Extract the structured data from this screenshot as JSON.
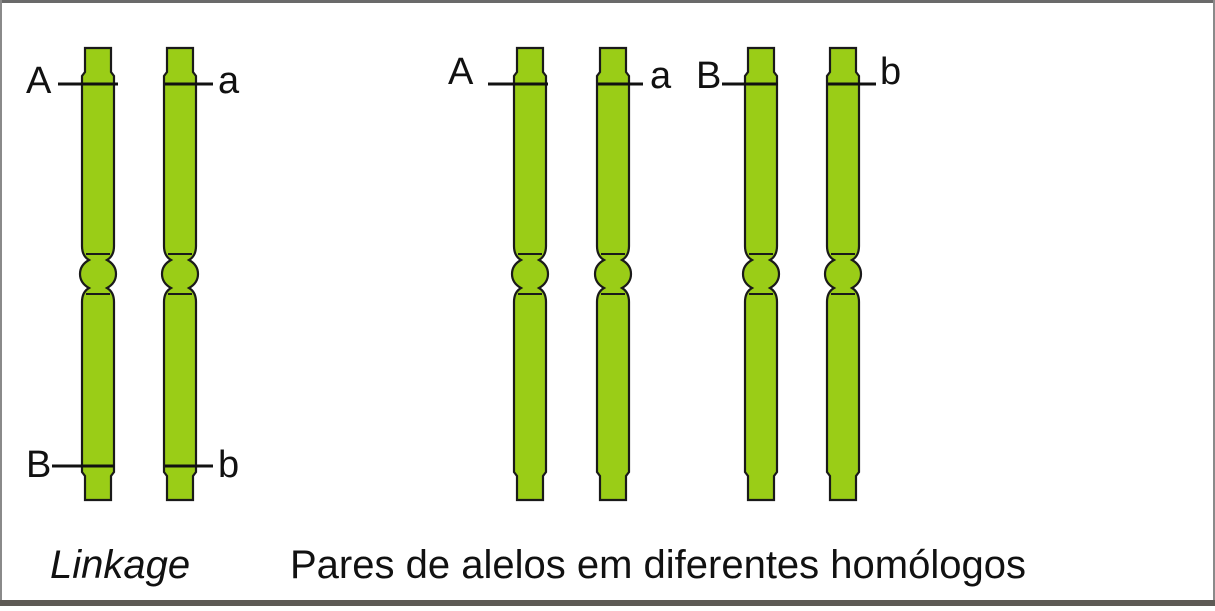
{
  "colors": {
    "chromosome_fill": "#9acd17",
    "chromosome_outline": "#1a1a1a",
    "marker_line": "#111111",
    "text": "#111111"
  },
  "panels": {
    "linkage": {
      "caption": "Linkage",
      "allele_labels": [
        "A",
        "a",
        "B",
        "b"
      ]
    },
    "different_homologs": {
      "caption": "Pares de alelos em diferentes homólogos",
      "allele_labels": [
        "A",
        "a",
        "B",
        "b"
      ]
    }
  }
}
